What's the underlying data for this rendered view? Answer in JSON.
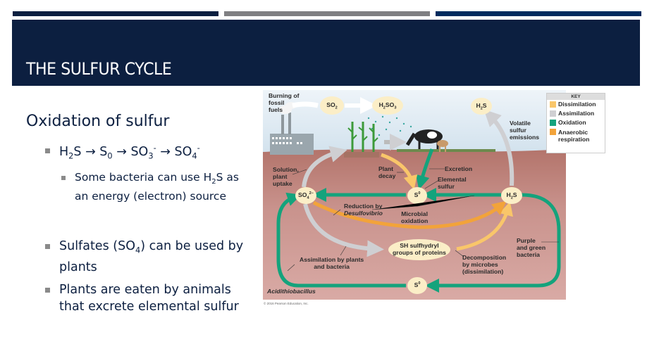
{
  "slide": {
    "title": "THE SULFUR CYCLE",
    "heading": "Oxidation of sulfur",
    "bullet1": {
      "p1": "H",
      "s1": "2",
      "p2": "S → S",
      "s2": "0",
      "p3": " → SO",
      "s3": "3",
      "sup3": "-",
      "p4": " → SO",
      "s4": "4",
      "sup4": "-"
    },
    "sub_bullet": {
      "line1a": "Some bacteria can use H",
      "line1s": "2",
      "line1b": "S as",
      "line2": "an energy (electron) source"
    },
    "bullet2": {
      "a": "Sulfates (SO",
      "s": "4",
      "b": ") can be used by",
      "line2": "plants"
    },
    "bullet3": {
      "line1": "Plants are eaten by animals",
      "line2": "that excrete elemental sulfur"
    }
  },
  "colors": {
    "title_band": "#0c1f40",
    "bar1": "#0c1f40",
    "bar2": "#7f7f82",
    "bar3": "#002b5e",
    "dissimilation": "#f9c66a",
    "assimilation": "#cfcfd2",
    "oxidation": "#14a37c",
    "anaerobic": "#f2a33a"
  },
  "diagram": {
    "labels": {
      "burning": "Burning of\nfossil\nfuels",
      "so2": {
        "a": "SO",
        "s": "2"
      },
      "h2so3": {
        "a": "H",
        "s": "2",
        "b": "SO",
        "s2": "3"
      },
      "h2s": {
        "a": "H",
        "s": "2",
        "b": "S"
      },
      "volatile": "Volatile\nsulfur\nemissions",
      "solution": "Solution,\nplant\nuptake",
      "plant_decay": "Plant\ndecay",
      "excretion": "Excretion",
      "elemental": "Elemental\nsulfur",
      "so4": {
        "a": "SO",
        "s": "4",
        "sup": "2−"
      },
      "s0": {
        "a": "S",
        "sup": "0"
      },
      "reduction": "Reduction by",
      "desulfovibrio": "Desulfovibrio",
      "microbial": "Microbial\noxidation",
      "sh": "SH sulfhydryl\ngroups of proteins",
      "assimilation": "Assimilation by plants\nand bacteria",
      "decomposition": "Decomposition\nby microbes\n(dissimilation)",
      "purple": "Purple\nand green\nbacteria",
      "acidithiobacillus": "Acidithiobacillus"
    },
    "key": {
      "title": "KEY",
      "items": [
        "Dissimilation",
        "Assimilation",
        "Oxidation",
        "Anaerobic\nrespiration"
      ]
    },
    "copyright": "© 2016 Pearson Education, Inc."
  }
}
